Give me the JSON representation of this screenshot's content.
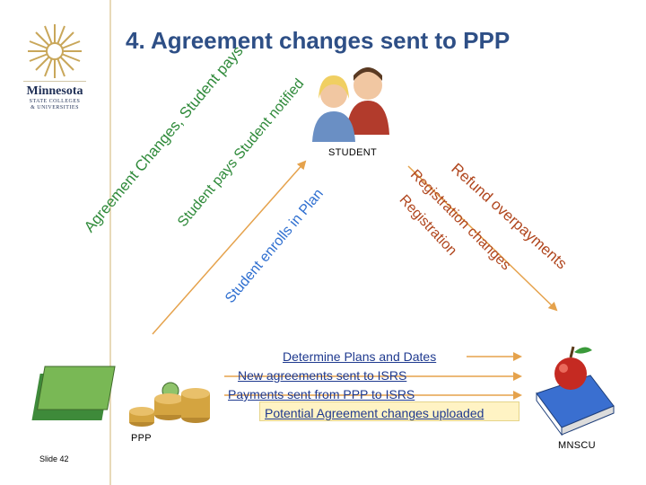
{
  "slide": {
    "title": "4.  Agreement changes sent to PPP",
    "slide_number": "Slide 42"
  },
  "logo": {
    "line1": "Minnesota",
    "line2": "STATE COLLEGES",
    "line3": "& UNIVERSITIES"
  },
  "nodes": {
    "student": "STUDENT",
    "ppp": "PPP",
    "mnscu": "MNSCU"
  },
  "left_arrow_labels": {
    "outer": "Agreement Changes, Student pays",
    "middle": "Student pays Student notified",
    "inner": "Student enrolls in Plan"
  },
  "right_arrow_labels": {
    "outer": "Refund overpayments",
    "middle": "Registration changes",
    "inner": "Registration"
  },
  "flows": [
    "Determine Plans and Dates",
    "New agreements sent to ISRS",
    "Payments sent from PPP to ISRS",
    "Potential Agreement changes uploaded"
  ],
  "colors": {
    "title": "#2e4f86",
    "arrow": "#e5a24c",
    "link": "#1f3a8f",
    "accent_green": "#2f8a3a",
    "accent_blue": "#2f6fd0"
  }
}
